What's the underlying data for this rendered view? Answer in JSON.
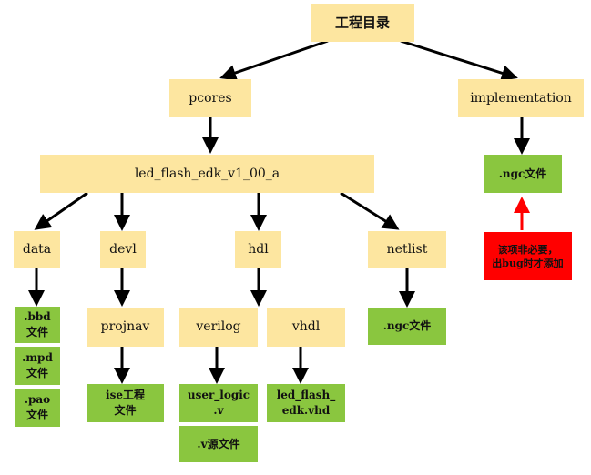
{
  "colors": {
    "folder": "#fde6a0",
    "file": "#8ac63f",
    "note": "#ff0000",
    "arrow": "#000000",
    "note_arrow": "#ff0000"
  },
  "nodes": {
    "root": "工程目录",
    "pcores": "pcores",
    "implementation": "implementation",
    "impl_ngc": ".ngc文件",
    "led_flash": "led_flash_edk_v1_00_a",
    "data": "data",
    "devl": "devl",
    "hdl": "hdl",
    "netlist": "netlist",
    "bbd": ".bbd\n文件",
    "mpd": ".mpd\n文件",
    "pao": ".pao\n文件",
    "projnav": "projnav",
    "ise": "ise工程\n文件",
    "verilog": "verilog",
    "vhdl": "vhdl",
    "user_logic": "user_logic\n.v",
    "v_src": ".v源文件",
    "led_vhd": "led_flash_\nedk.vhd",
    "netlist_ngc": ".ngc文件",
    "note": "该项非必要，\n出bug时才添加"
  }
}
